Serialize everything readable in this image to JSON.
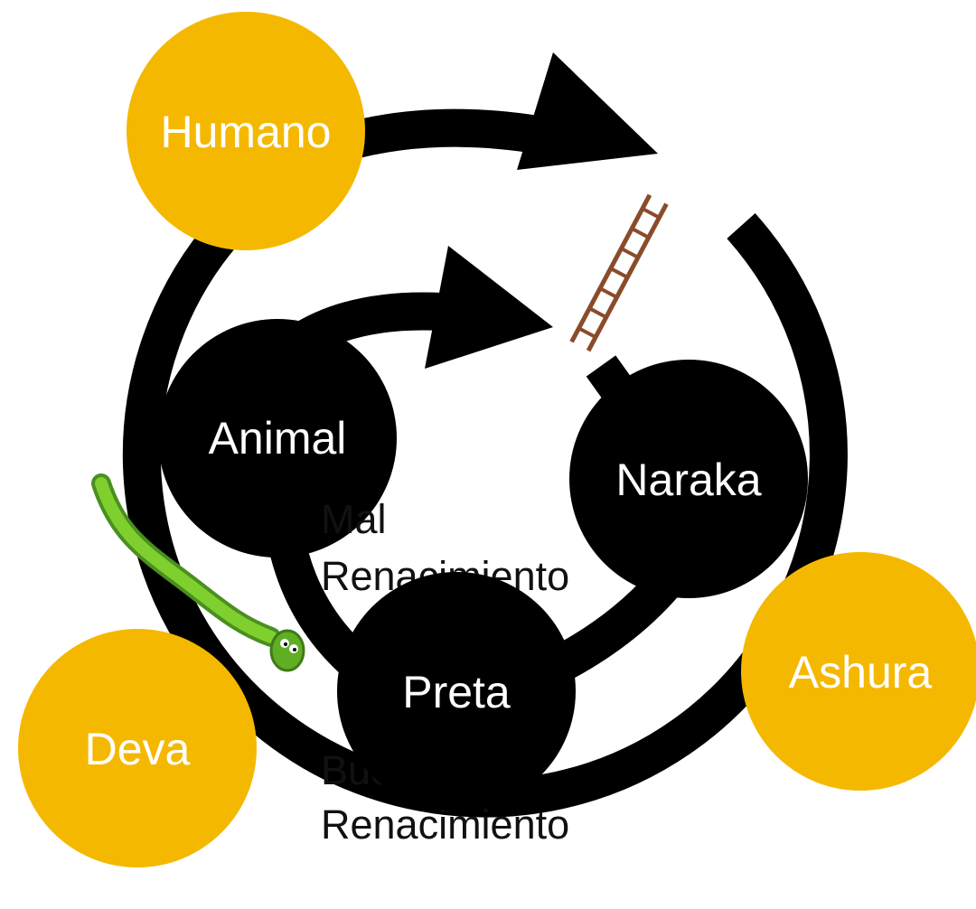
{
  "colors": {
    "good_realm": "#f5b800",
    "bad_realm": "#000000",
    "cycle": "#000000",
    "background": "#ffffff"
  },
  "good_realms": {
    "humano": "Humano",
    "ashura": "Ashura",
    "deva": "Deva"
  },
  "bad_realms": {
    "animal": "Animal",
    "naraka": "Naraka",
    "preta": "Preta"
  },
  "captions": {
    "bad_rebirth_line1": "Mal",
    "bad_rebirth_line2": "Renacimiento",
    "good_rebirth_line1": "Buen",
    "good_rebirth_line2": "Renacimiento"
  },
  "icons": [
    "ladder-icon",
    "snake-icon"
  ]
}
